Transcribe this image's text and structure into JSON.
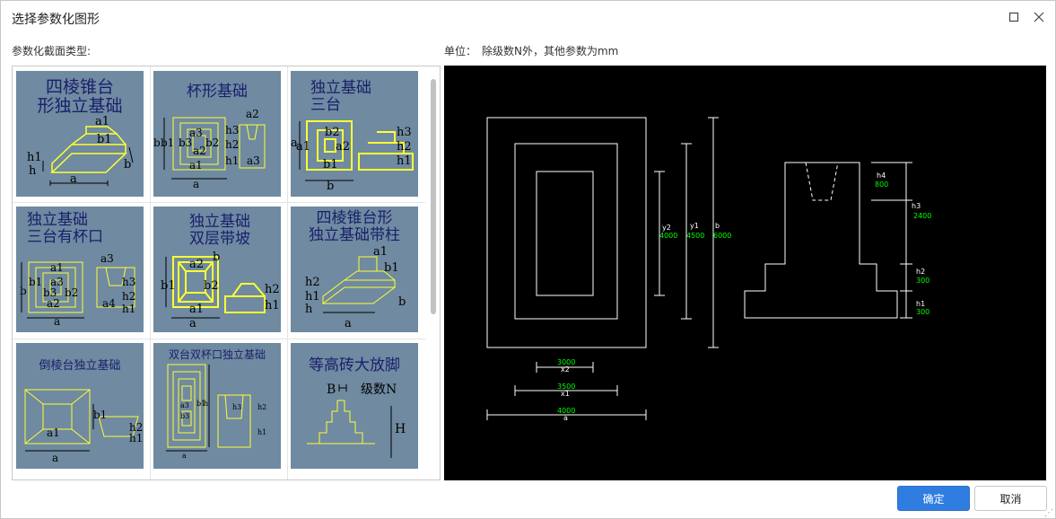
{
  "window": {
    "title": "选择参数化图形"
  },
  "left_label": "参数化截面类型:",
  "unit_label": "单位：",
  "unit_note": "除级数N外，其他参数为mm",
  "thumbnails": [
    {
      "title": "四棱锥台\n形独立基础",
      "dims": [
        "a1",
        "b1",
        "h1",
        "h",
        "a",
        "b"
      ]
    },
    {
      "title": "杯形基础",
      "dims": [
        "a2",
        "a3",
        "a2",
        "b1",
        "b3",
        "b2",
        "b",
        "h3",
        "h2",
        "h1",
        "a1",
        "a3",
        "a"
      ]
    },
    {
      "title": "独立基础\n三台",
      "dims": [
        "b2",
        "a2",
        "b1",
        "a1",
        "a",
        "h3",
        "h2",
        "h1",
        "b"
      ]
    },
    {
      "title": "独立基础\n三台有杯口",
      "dims": [
        "a1",
        "a3",
        "b1",
        "a3",
        "b3",
        "b2",
        "b",
        "a2",
        "h3",
        "h2",
        "h1",
        "a4",
        "a"
      ]
    },
    {
      "title": "独立基础\n双层带坡",
      "dims": [
        "a2",
        "b",
        "b1",
        "b2",
        "a1",
        "h2",
        "h1",
        "a"
      ]
    },
    {
      "title": "四棱锥台形\n独立基础带柱",
      "dims": [
        "a1",
        "b1",
        "h2",
        "h1",
        "h",
        "b",
        "a"
      ]
    },
    {
      "title": "倒棱台独立基础",
      "dims": [
        "b1",
        "a1",
        "h2",
        "h1",
        "a"
      ]
    },
    {
      "title": "双台双杯口独立基础",
      "dims": [
        "b1",
        "h",
        "a3",
        "b3",
        "h3",
        "h2",
        "h1",
        "a"
      ]
    },
    {
      "title": "等高砖大放脚",
      "dims": [
        "B",
        "级数N",
        "H"
      ]
    }
  ],
  "preview": {
    "dims": {
      "y2": "y2",
      "y2_val": "4000",
      "y1": "y1",
      "y1_val": "4500",
      "b": "b",
      "b_val": "6000",
      "x2_val": "3000",
      "x2": "x2",
      "x1_val": "3500",
      "x1": "x1",
      "a_val": "4000",
      "a": "a",
      "h4": "h4",
      "h4_val": "800",
      "h3": "h3",
      "h3_val": "2400",
      "h2": "h2",
      "h2_val": "300",
      "h1": "h1",
      "h1_val": "300"
    },
    "colors": {
      "line": "#ffffff",
      "value": "#00ff00"
    }
  },
  "buttons": {
    "ok": "确定",
    "cancel": "取消"
  },
  "icons": {
    "maximize": "square-icon",
    "close": "close-icon",
    "resize": "resize-grip-icon"
  },
  "colors": {
    "thumb_bg": "#6f8aa1",
    "thumb_line": "#ffff33",
    "thumb_title": "#1a1f6a",
    "accent": "#2f7de1"
  }
}
